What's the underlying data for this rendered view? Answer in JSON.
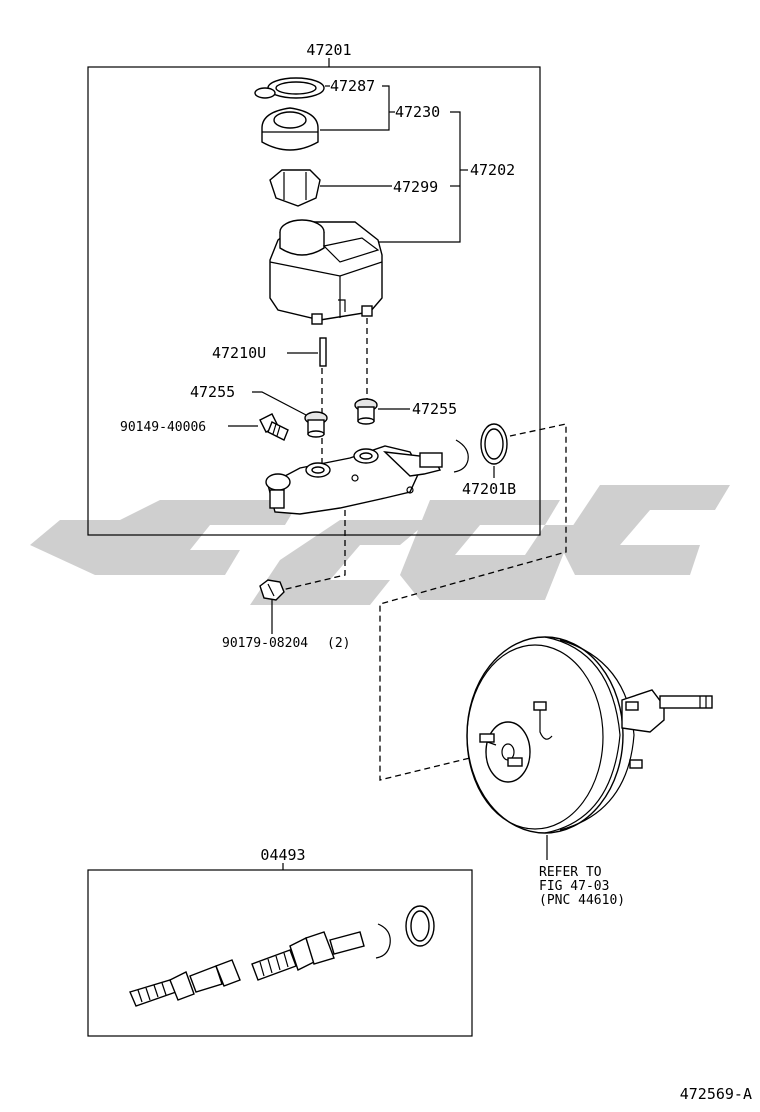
{
  "labels": {
    "assembly_master_cylinder": "47201",
    "gasket_reservoir": "47287",
    "cap_reservoir": "47230",
    "reservoir_sub_assy": "47202",
    "strainer": "47299",
    "pin": "47210U",
    "grommet_left": "47255",
    "grommet_right": "47255",
    "bolt_union": "90149-40006",
    "kit_47201b": "47201B",
    "nut": "90179-08204",
    "nut_qty": "(2)",
    "repair_kit": "04493",
    "booster_ref_line1": "REFER TO",
    "booster_ref_line2": "FIG 47-03",
    "booster_ref_line3": "(PNC 44610)",
    "drawing_number": "472569-A"
  },
  "colors": {
    "line": "#000000",
    "watermark": "#cfcfcf",
    "background": "#ffffff"
  }
}
